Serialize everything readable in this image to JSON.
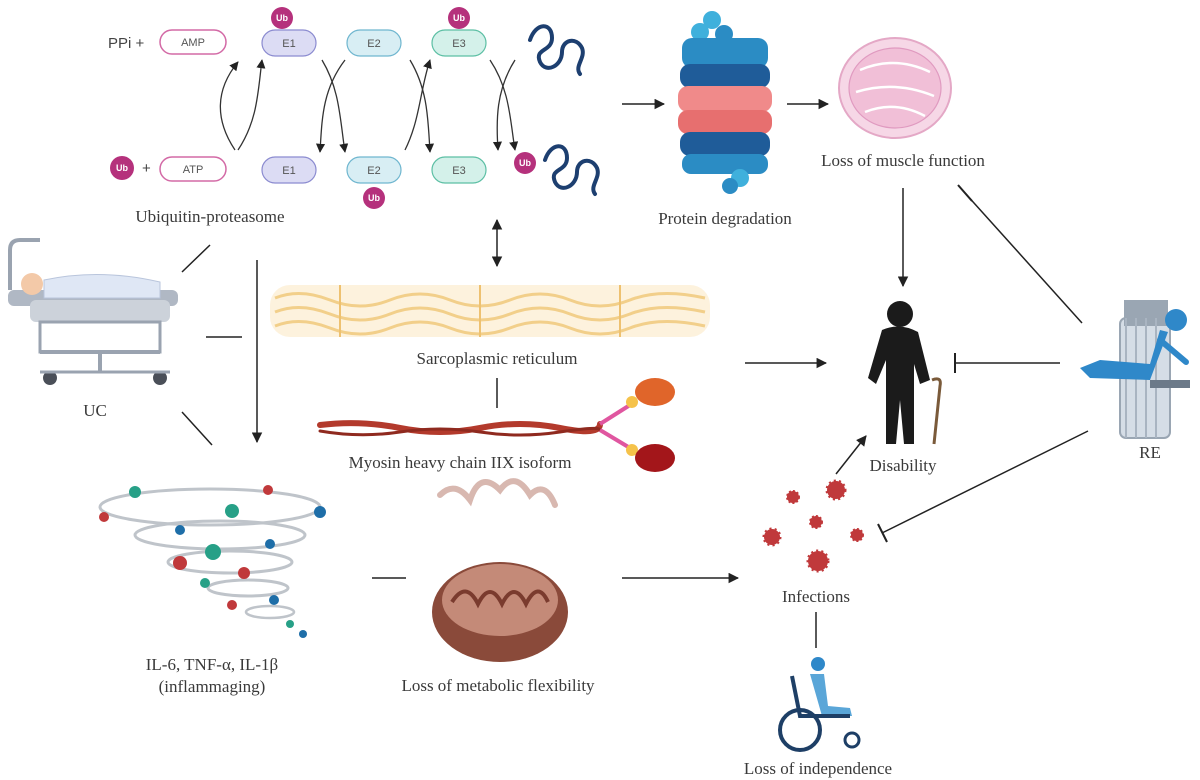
{
  "ubiquitin": {
    "ppi": "PPi +",
    "amp": "AMP",
    "atp": "ATP",
    "plus": "+",
    "ub": "Ub",
    "e1": "E1",
    "e2": "E2",
    "e3": "E3",
    "label": "Ubiquitin-proteasome"
  },
  "labels": {
    "protein_degradation": "Protein degradation",
    "loss_muscle": "Loss of muscle function",
    "uc": "UC",
    "sarcoplasmic": "Sarcoplasmic reticulum",
    "myosin": "Myosin heavy chain IIX isoform",
    "disability": "Disability",
    "re": "RE",
    "il": "IL-6, TNF-α, IL-1β",
    "inflammaging": "(inflammaging)",
    "metabolic": "Loss of metabolic flexibility",
    "infections": "Infections",
    "independence": "Loss of independence"
  },
  "colors": {
    "ub": "#b5317c",
    "amp_border": "#d36aa6",
    "e1_fill": "#dcdcf4",
    "e2_fill": "#d8eef4",
    "e3_fill": "#d4f1ea",
    "proteasome_dark": "#1f5c99",
    "proteasome_light": "#3fb0dc",
    "proteasome_mid": "#f08a8a",
    "virus": "#c0393b",
    "figure": "#1b1b1b",
    "re_blue": "#2f88c9"
  }
}
